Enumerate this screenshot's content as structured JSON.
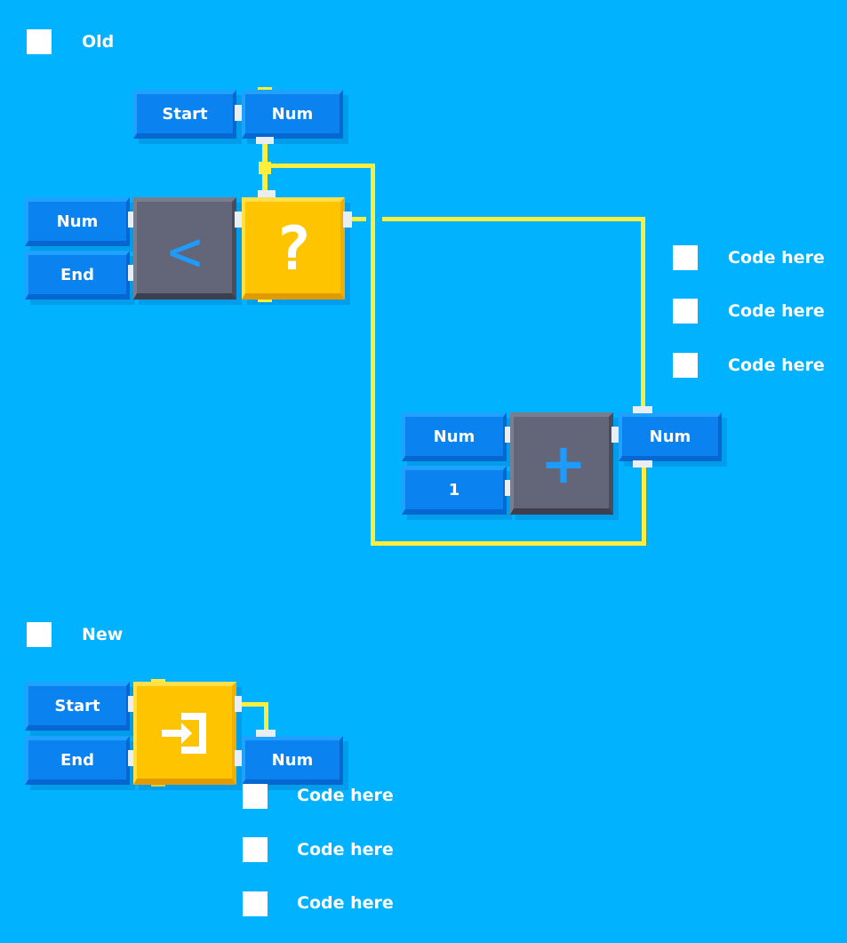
{
  "sections": {
    "old_label": "Old",
    "new_label": "New"
  },
  "old_diagram": {
    "start_block": "Start",
    "num_top_block": "Num",
    "num_left_block": "Num",
    "end_block": "End",
    "compare_operator": "<",
    "condition_symbol": "?",
    "add_num_left": "Num",
    "add_one": "1",
    "add_operator": "+",
    "add_num_right": "Num"
  },
  "old_code_items": [
    "Code here",
    "Code here",
    "Code here"
  ],
  "new_diagram": {
    "start_block": "Start",
    "end_block": "End",
    "num_out_block": "Num"
  },
  "new_code_items": [
    "Code here",
    "Code here",
    "Code here"
  ],
  "colors": {
    "background": "#00B2FF",
    "data_block": "#0A82F0",
    "operator_block": "#636678",
    "control_block": "#FFC400",
    "wire": "#FFEE3B"
  },
  "icons": {
    "condition": "question-icon",
    "loop": "enter-icon"
  }
}
